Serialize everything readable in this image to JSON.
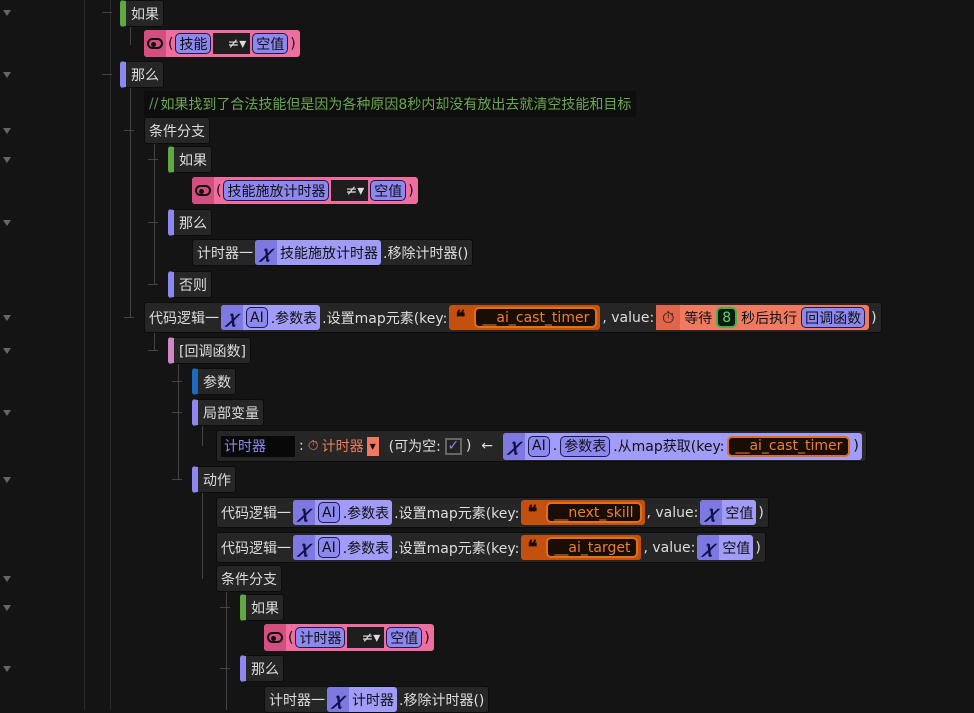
{
  "kw": {
    "if": "如果",
    "then": "那么",
    "else": "否则",
    "branch": "条件分支",
    "callback": "[回调函数]",
    "params": "参数",
    "locals": "局部变量",
    "actions": "动作"
  },
  "comment": {
    "slash": "//",
    "text": "如果找到了合法技能但是因为各种原因8秒内却没有放出去就清空技能和目标"
  },
  "op": "≠▾",
  "null": "空值",
  "cond1": {
    "left": "技能"
  },
  "cond2": {
    "left": "技能施放计时器"
  },
  "cond3": {
    "left": "计时器"
  },
  "remove1": {
    "prefix": "计时器一",
    "var": "技能施放计时器",
    "method": ".移除计时器()"
  },
  "remove2": {
    "prefix": "计时器一",
    "var": "计时器",
    "method": ".移除计时器()"
  },
  "setmap": {
    "prefix": "代码逻辑一",
    "ai": "AI",
    "table": ".参数表",
    "method": ".设置map元素(key:",
    "value": ", value:",
    "close": ")"
  },
  "setmap1": {
    "key": "__ai_cast_timer",
    "wait": "等待",
    "seconds": "8",
    "after": "秒后执行",
    "callback": "回调函数"
  },
  "setmap2": {
    "key": "__next_skill"
  },
  "setmap3": {
    "key": "__ai_target"
  },
  "localvar": {
    "name": "计时器",
    "colon": ":",
    "type": "计时器",
    "nullable": "(可为空:",
    "check": "✓",
    "close": ")",
    "arrow": "←",
    "ai": "AI",
    "table": "参数表",
    "dot": ".",
    "method": ".从map获取(key:",
    "key": "__ai_cast_timer",
    "paren": ")"
  },
  "paren_open": "(",
  "paren_close": ")",
  "icons": {
    "var": "𝜒",
    "string": "❝",
    "timer": "⏱",
    "eye": "eye-icon"
  },
  "colors": {
    "if": "#5fa843",
    "then": "#8c88f0",
    "callback": "#d088c8",
    "params": "#1c6bc0",
    "var": "#8c88f0",
    "cond": "#ef6e9f",
    "string": "#c4500f",
    "timer": "#f07a5f",
    "number": "#3cb44b"
  }
}
